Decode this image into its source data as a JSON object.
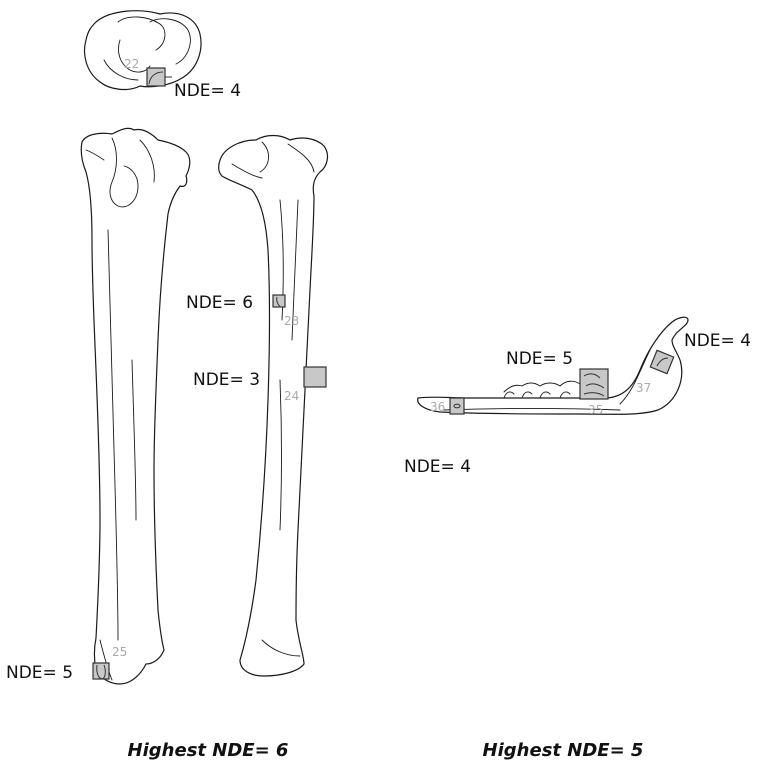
{
  "labels": {
    "astragalus_site": "NDE= 4",
    "tibia_mid_site": "NDE= 6",
    "tibia_lower_site": "NDE= 3",
    "metatarsal_distal_site": "NDE= 5",
    "mandible_ramus_site": "NDE= 4",
    "mandible_molar_site": "NDE= 5",
    "mandible_front_site": "NDE= 4"
  },
  "site_numbers": {
    "astragalus": "22",
    "tibia_mid": "23",
    "tibia_lower": "24",
    "metatarsal_distal": "25",
    "mandible_molar": "35",
    "mandible_front": "36",
    "mandible_ramus": "37"
  },
  "summaries": {
    "left_group": "Highest NDE= 6",
    "right_group": "Highest NDE= 5"
  },
  "colors": {
    "site_fill": "#c8c8c8",
    "outline": "#1a1a1a",
    "site_number": "#aaaaaa"
  }
}
